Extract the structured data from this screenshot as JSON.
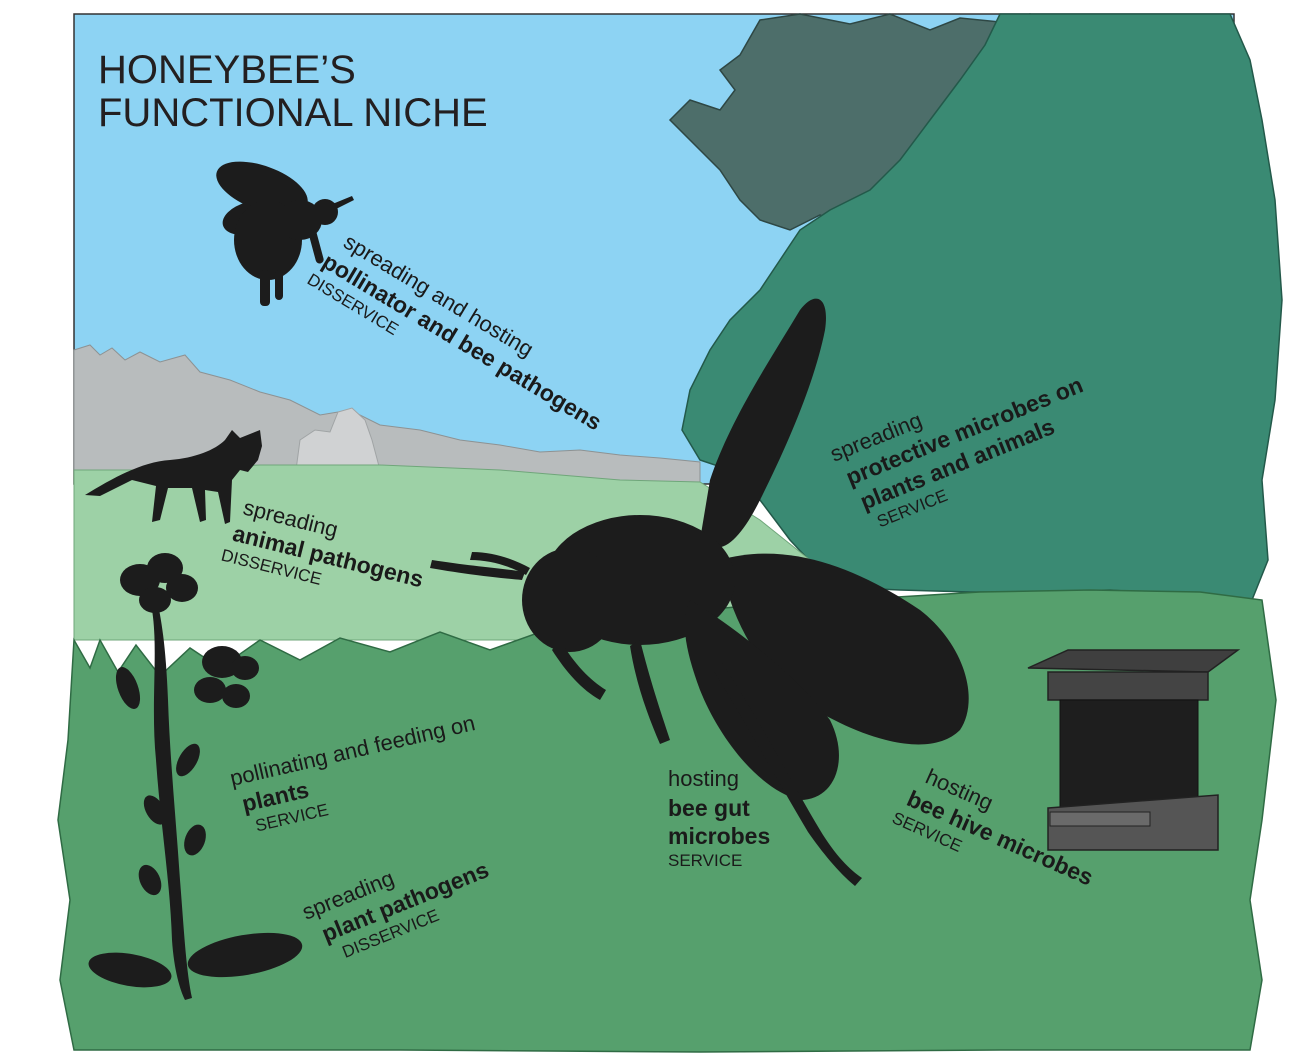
{
  "title": {
    "line1": "HONEYBEE’S",
    "line2": "FUNCTIONAL NICHE"
  },
  "colors": {
    "sky": "#8dd3f3",
    "tree": "#3a8a73",
    "tree_back": "#4d6e6a",
    "far_hills": "#b8bcbd",
    "meadow_light": "#9dd1a6",
    "meadow": "#56a06d",
    "silhouette": "#1c1c1c"
  },
  "labels": {
    "pollinator": {
      "verb": "spreading and hosting",
      "subject": "pollinator and bee pathogens",
      "kind": "DISSERVICE"
    },
    "protective": {
      "verb": "spreading",
      "subject_line1": "protective microbes on",
      "subject_line2": "plants and animals",
      "kind": "SERVICE"
    },
    "animal": {
      "verb": "spreading",
      "subject": "animal pathogens",
      "kind": "DISSERVICE"
    },
    "plants": {
      "verb": "pollinating and feeding on",
      "subject": "plants",
      "kind": "SERVICE"
    },
    "plant_pathogens": {
      "verb": "spreading",
      "subject": "plant pathogens",
      "kind": "DISSERVICE"
    },
    "gut": {
      "verb": "hosting",
      "subject_line1": "bee gut",
      "subject_line2": "microbes",
      "kind": "SERVICE"
    },
    "hive": {
      "verb": "hosting",
      "subject": "bee hive microbes",
      "kind": "SERVICE"
    }
  }
}
